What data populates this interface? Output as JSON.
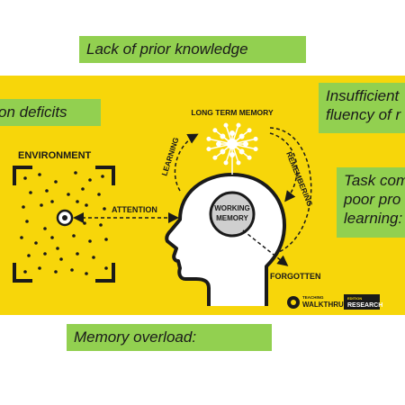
{
  "boxes": {
    "top": "Lack of prior knowledge",
    "left": "on deficits",
    "top_right": [
      "Insufficient",
      "fluency of r"
    ],
    "mid_right": [
      "Task com",
      "poor pro",
      "learning:"
    ],
    "bottom": "Memory overload:"
  },
  "diagram": {
    "environment": "ENVIRONMENT",
    "attention": "ATTENTION",
    "long_term_memory": "LONG TERM MEMORY",
    "learning": "LEARNING",
    "remembering": "REMEMBERING",
    "working_memory": [
      "WORKING",
      "MEMORY"
    ],
    "forgotten": "FORGOTTEN"
  },
  "logo": {
    "teaching": "TEACHING",
    "walkthrus": "WALKTHRUS",
    "edition": "EDITION",
    "research": "RESEARCH"
  },
  "colors": {
    "background": "#f7d60a",
    "label_box": "#92d050",
    "ink": "#1a1a1a"
  }
}
